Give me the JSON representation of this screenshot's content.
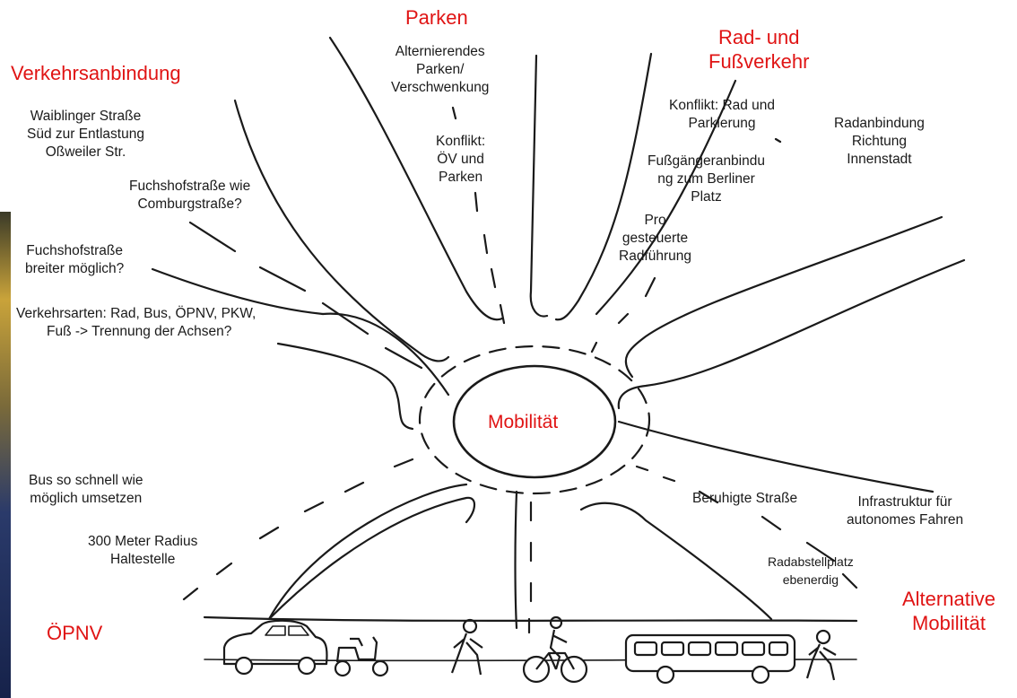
{
  "center": "Mobilität",
  "categories": {
    "parken": "Parken",
    "verkehrsanbindung": "Verkehrsanbindung",
    "rad_fuss": [
      "Rad- und",
      "Fußverkehr"
    ],
    "oepnv": "ÖPNV",
    "alternative": [
      "Alternative",
      "Mobilität"
    ]
  },
  "notes": {
    "alternierendes": [
      "Alternierendes",
      "Parken/",
      "Verschwenkung"
    ],
    "konflikt_oev": [
      "Konflikt:",
      "ÖV und",
      "Parken"
    ],
    "waiblinger": [
      "Waiblinger Straße",
      "Süd zur Entlastung",
      "Oßweiler Str."
    ],
    "fuchshof_comburg": [
      "Fuchshofstraße wie",
      "Comburgstraße?"
    ],
    "fuchshof_breiter": [
      "Fuchshofstraße",
      "breiter möglich?"
    ],
    "verkehrsarten": [
      "Verkehrsarten: Rad, Bus, ÖPNV, PKW,",
      "Fuß  -> Trennung der Achsen?"
    ],
    "konflikt_rad": [
      "Konflikt: Rad und",
      "Parkierung"
    ],
    "radanbindung": [
      "Radanbindung",
      "Richtung",
      "Innenstadt"
    ],
    "fussgaenger": [
      "Fußgängeranbindu",
      "ng zum Berliner",
      "Platz"
    ],
    "pro_gesteuert": [
      "Pro",
      "gesteuerte",
      "Radführung"
    ],
    "bus_schnell": [
      "Bus so schnell wie",
      "möglich umsetzen"
    ],
    "radius": [
      "300 Meter Radius",
      "Haltestelle"
    ],
    "beruhigte": "Beruhigte Straße",
    "infrastruktur": [
      "Infrastruktur für",
      "autonomes Fahren"
    ],
    "radabstell": [
      "Radabstellplatz",
      "ebenerdig"
    ]
  },
  "icons": [
    "car-icon",
    "scooter-icon",
    "pedestrian-icon",
    "cyclist-icon",
    "bus-icon",
    "pedestrian-icon"
  ],
  "colors": {
    "accent": "#e01414",
    "ink": "#1a1a1a",
    "strip_gold": "#b8962a",
    "strip_navy": "#1c2a5a"
  }
}
